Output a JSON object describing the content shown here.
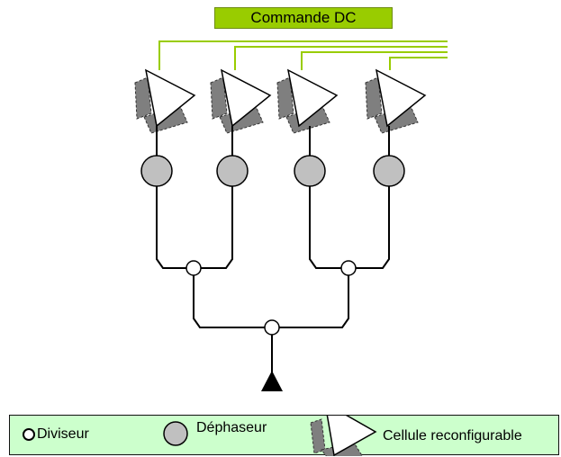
{
  "title": "Commande DC",
  "legend": {
    "divider_label": "Diviseur",
    "phase_shifter_label": "Déphaseur",
    "reconfigurable_cell_label": "Cellule reconfigurable"
  },
  "colors": {
    "control_line": "#99cc00",
    "phase_shifter_fill": "#c0c0c0",
    "legend_background": "#ccffcc",
    "hatch": "#808080"
  }
}
